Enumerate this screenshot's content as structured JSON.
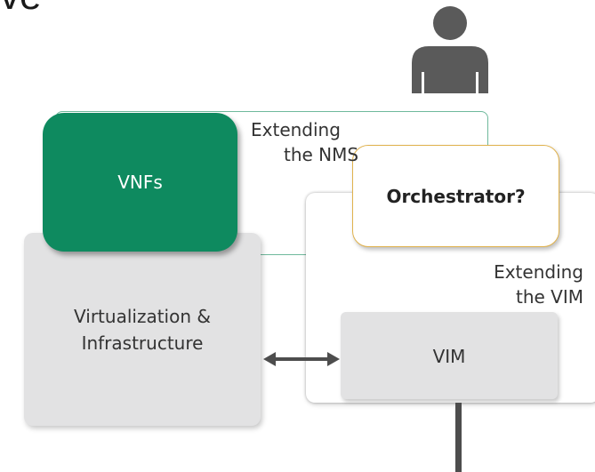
{
  "header": {
    "title_fragment": "ve"
  },
  "diagram": {
    "vnfs_label": "VNFs",
    "extending_nms": [
      "Extending",
      "the NMS"
    ],
    "orchestrator_label": "Orchestrator?",
    "extending_vim": [
      "Extending",
      "the VIM"
    ],
    "virtualization_lines": [
      "Virtualization &",
      "Infrastructure"
    ],
    "vim_label": "VIM"
  },
  "colors": {
    "vnf_green": "#0e8a5f",
    "nms_outline": "#6fb99c",
    "orchestrator_border": "#e0b24d",
    "box_gray": "#e2e2e3",
    "person_gray": "#5a5a5a"
  },
  "icons": {
    "user": "person-icon",
    "link": "double-arrow-icon"
  }
}
